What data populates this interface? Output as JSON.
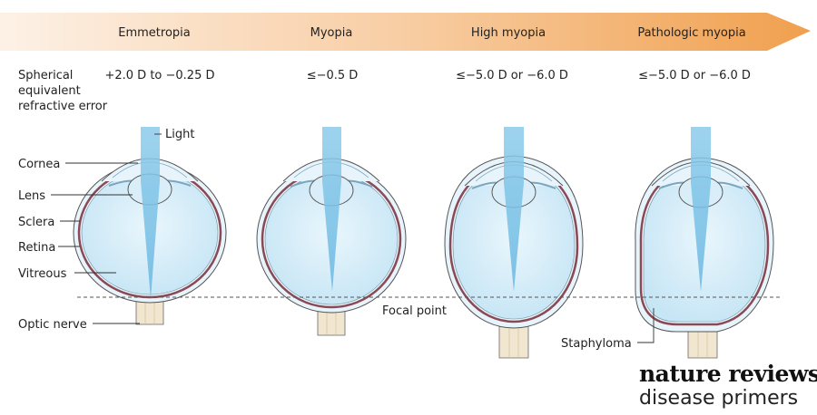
{
  "stages": [
    {
      "name": "Emmetropia",
      "value": "+2.0 D to −0.25 D"
    },
    {
      "name": "Myopia",
      "value": "≤−0.5 D"
    },
    {
      "name": "High myopia",
      "value": "≤−5.0 D or −6.0 D"
    },
    {
      "name": "Pathologic myopia",
      "value": "≤−5.0 D or −6.0 D"
    }
  ],
  "row_label": [
    "Spherical",
    "equivalent",
    "refractive error"
  ],
  "labels": {
    "light": "Light",
    "cornea": "Cornea",
    "lens": "Lens",
    "sclera": "Sclera",
    "retina": "Retina",
    "vitreous": "Vitreous",
    "optic_nerve": "Optic nerve",
    "focal_point": "Focal point",
    "staphyloma": "Staphyloma"
  },
  "logo": {
    "line1": "nature reviews",
    "line2": "disease primers"
  },
  "colors": {
    "arrow_start": "#fdf1e6",
    "arrow_end": "#f0a04e",
    "light_beam": "#8ccbea",
    "vitreous": "#d2ecf8",
    "sclera_fill": "#e8f4fb",
    "retina": "#8a4a55",
    "optic_nerve": "#f1e6cf"
  }
}
